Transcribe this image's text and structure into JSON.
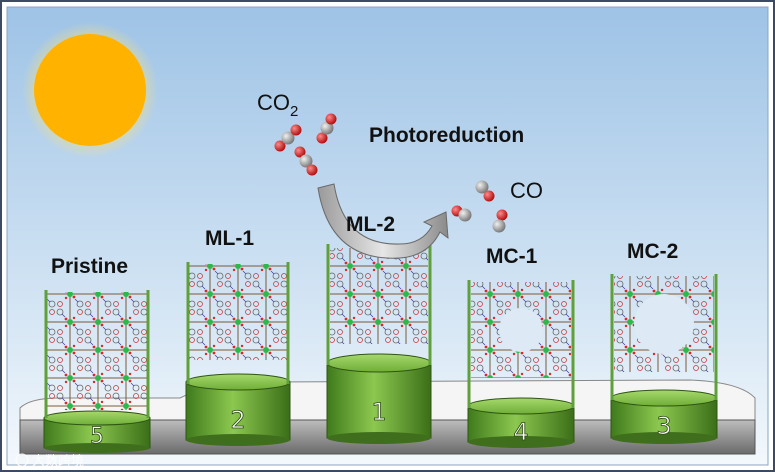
{
  "labels": {
    "co2_main": "CO",
    "co2_sub": "2",
    "photoreduction": "Photoreduction",
    "co": "CO",
    "watermark": "大数跨境"
  },
  "platforms": [
    {
      "name": "Pristine",
      "rank": "5"
    },
    {
      "name": "ML-1",
      "rank": "2"
    },
    {
      "name": "ML-2",
      "rank": "1"
    },
    {
      "name": "MC-1",
      "rank": "4"
    },
    {
      "name": "MC-2",
      "rank": "3"
    }
  ],
  "colors": {
    "sky_top": "#9ec3e6",
    "sky_bottom": "#eef5fb",
    "sun": "#ffb300",
    "pedestal": "#6fa73a",
    "pedestal_dark": "#3f6e1c",
    "frame": "#5fa03a",
    "oxygen": "#d22020",
    "carbon": "#8a8a8a"
  },
  "icons": [
    "sun-icon",
    "co2-molecule-icon",
    "co-molecule-icon",
    "curved-arrow-icon",
    "mof-lattice-icon"
  ]
}
